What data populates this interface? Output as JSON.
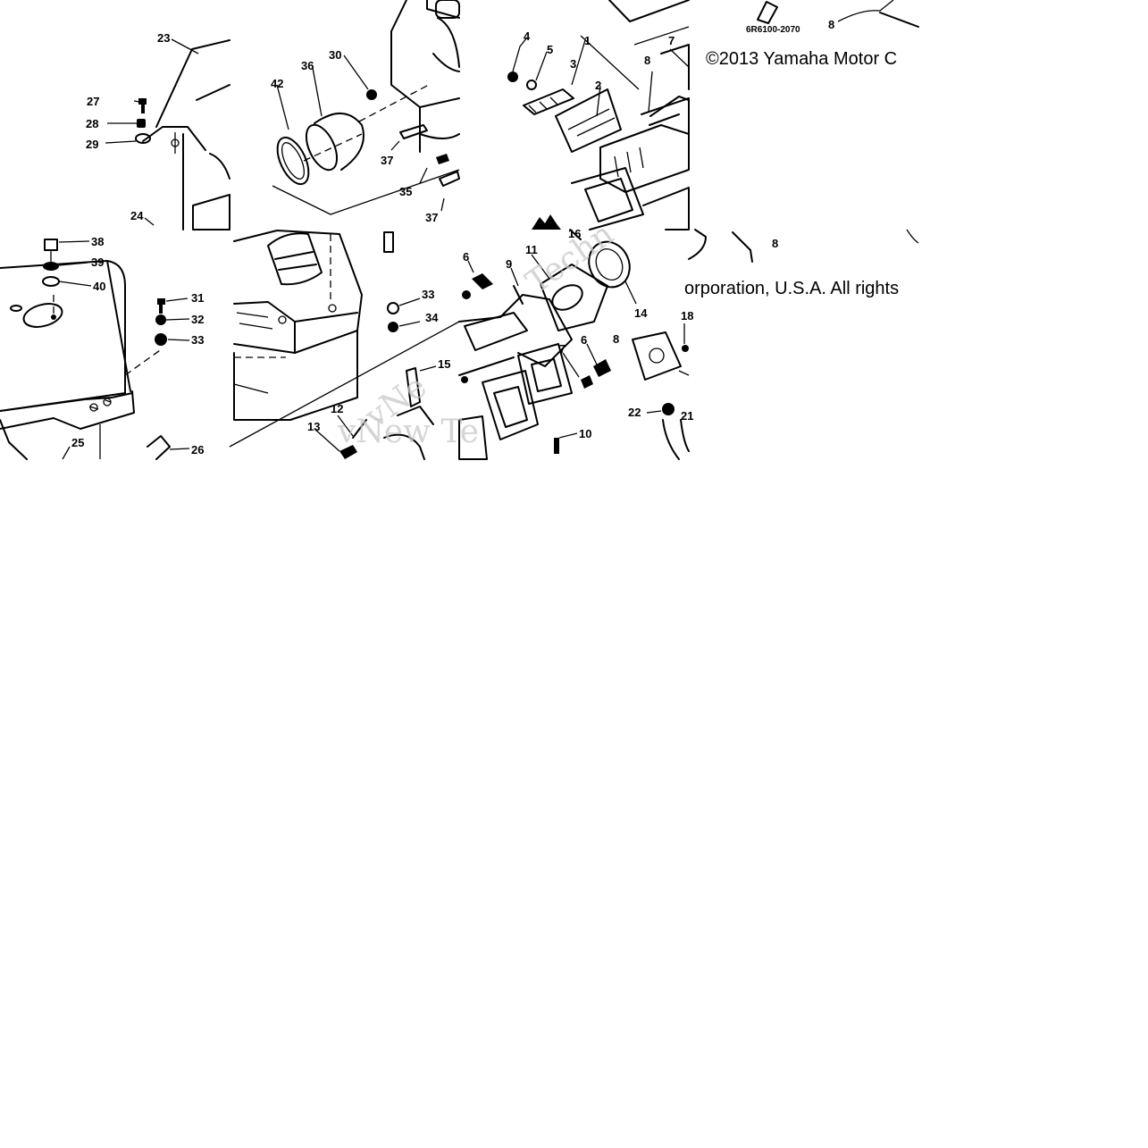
{
  "diagram": {
    "drawing_code": "6R6100-2070",
    "copyright_line_1": "©2013 Yamaha Motor C",
    "copyright_line_2": "orporation, U.S.A. All rights",
    "watermark_1": "Techn",
    "watermark_2": "vNew Te",
    "watermark_3": "vNe",
    "callouts": {
      "tile1": [
        "23",
        "27",
        "28",
        "29",
        "24"
      ],
      "tile2": [
        "30",
        "36",
        "42",
        "37",
        "35",
        "37"
      ],
      "tile3": [
        "4",
        "5",
        "1",
        "3",
        "2",
        "7",
        "8"
      ],
      "tile4": [
        "8"
      ],
      "tile5": [
        "38",
        "39",
        "40",
        "31",
        "32",
        "33",
        "25",
        "26"
      ],
      "tile6": [
        "33",
        "34",
        "15",
        "12",
        "13"
      ],
      "tile7": [
        "6",
        "9",
        "11",
        "16",
        "14",
        "7",
        "6",
        "10",
        "8",
        "18",
        "22",
        "21"
      ]
    }
  }
}
